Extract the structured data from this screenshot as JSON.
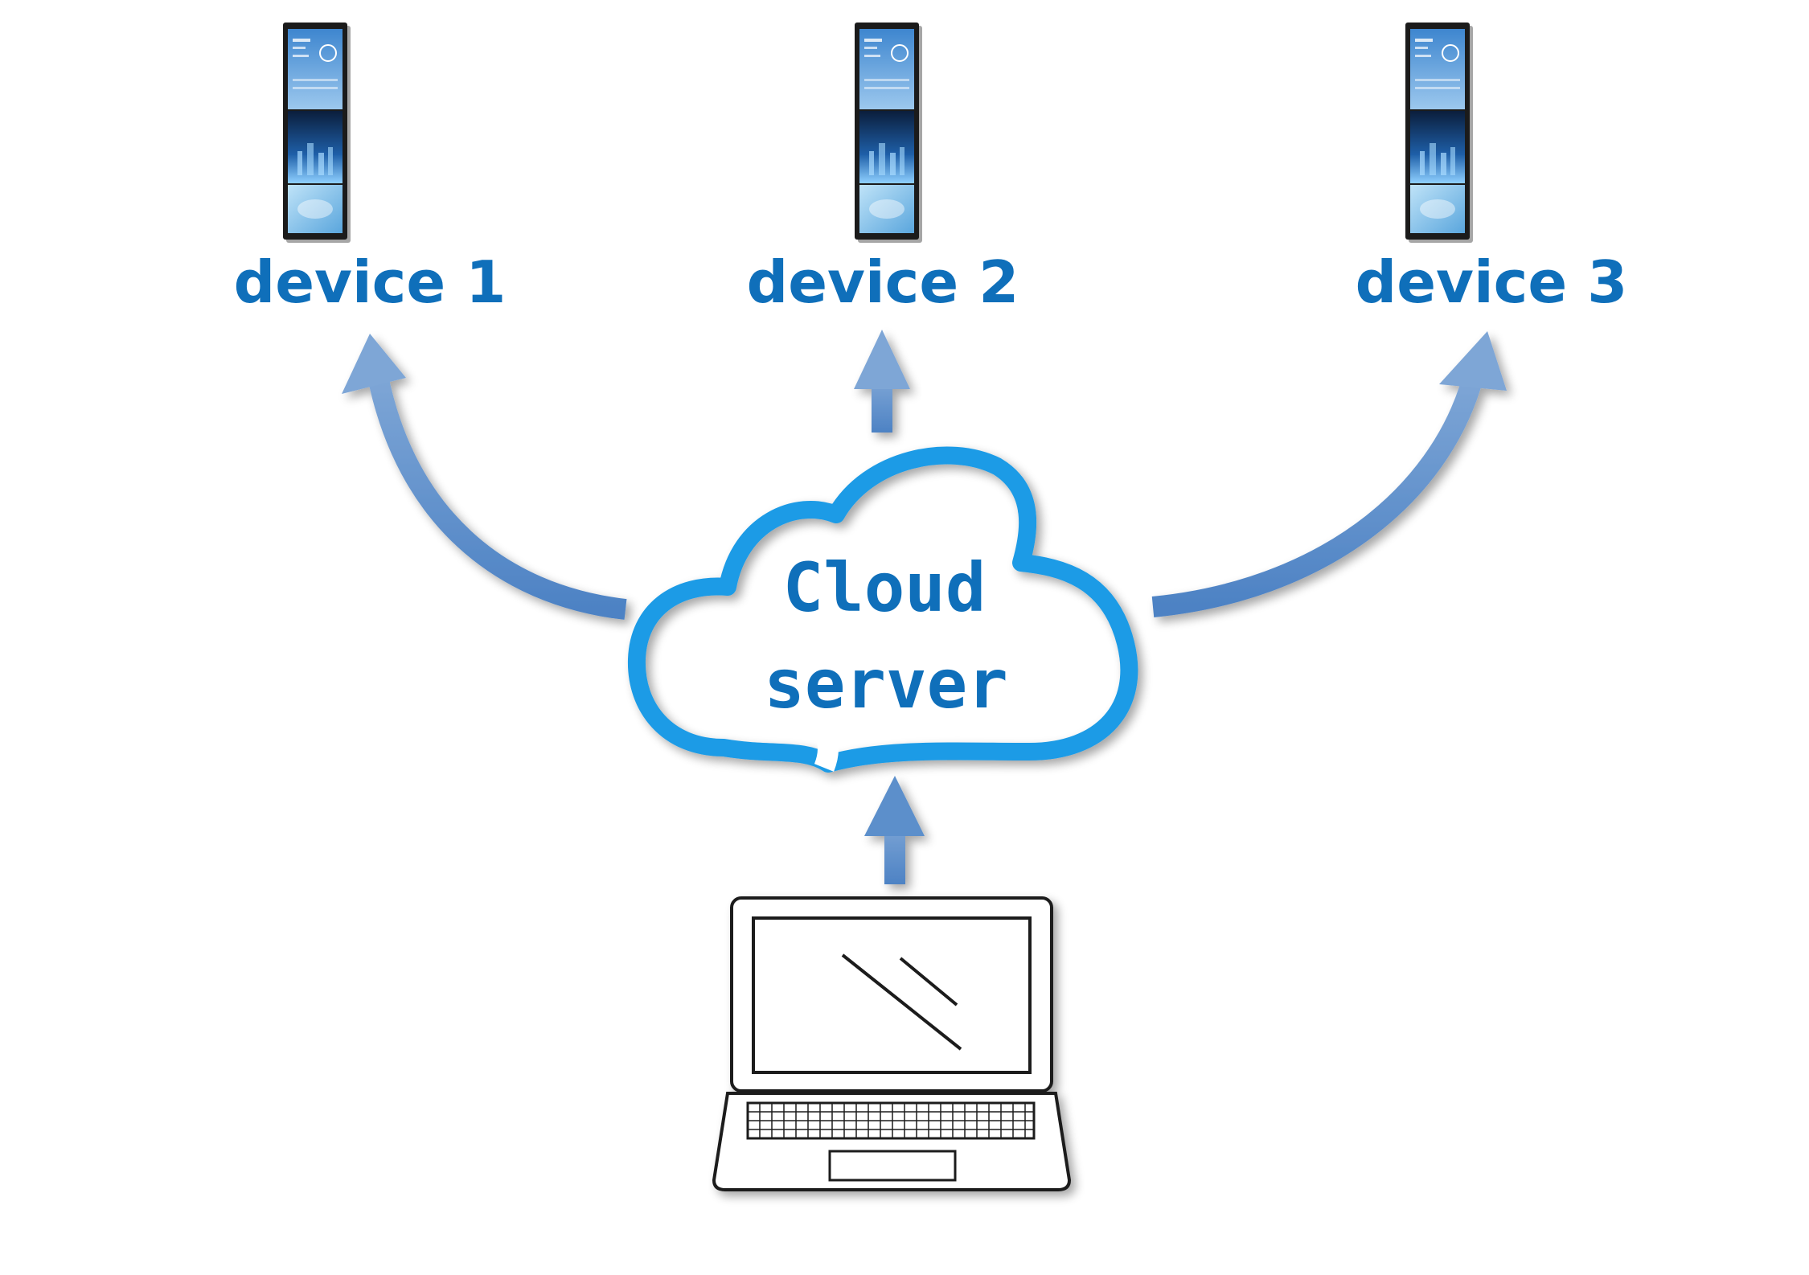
{
  "devices": [
    {
      "label": "device 1"
    },
    {
      "label": "device 2"
    },
    {
      "label": "device 3"
    }
  ],
  "cloud": {
    "line1": "Cloud",
    "line2": "server"
  },
  "icons": {
    "device": "tablet-display-icon",
    "cloud": "cloud-icon",
    "computer": "laptop-icon"
  },
  "colors": {
    "label_text": "#0f6fba",
    "cloud_stroke": "#1f9be6",
    "arrow": "#5b8fcb",
    "laptop_stroke": "#1a1a1a"
  }
}
